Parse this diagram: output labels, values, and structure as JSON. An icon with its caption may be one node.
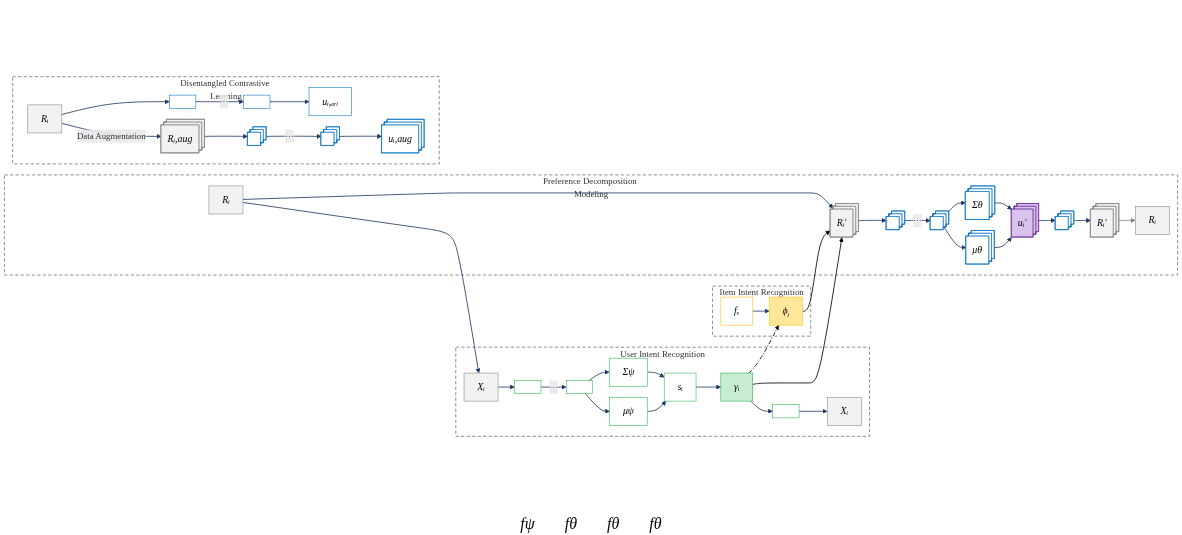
{
  "diagram": {
    "nodes": [
      {
        "text": [
          "User Intent Recognition"
        ]
      },
      {
        "text": [
          "Item Intent Recognition"
        ]
      },
      {
        "text": [
          "Preference Decomposition Modeling"
        ]
      },
      {
        "text": [
          "Disentangled Contrastive Learning"
        ]
      },
      {
        "text": [
          "Xᵢ"
        ],
        "in": 0
      },
      {
        "text": [],
        "shape": "box",
        "in": 0
      },
      {
        "text": [],
        "shape": "box",
        "in": 0
      },
      {
        "text": [
          "Σψ"
        ],
        "in": 0
      },
      {
        "text": [
          "μψ"
        ],
        "in": 0
      },
      {
        "text": [
          "sᵢ"
        ],
        "in": 0
      },
      {
        "text": [
          "γᵢ"
        ],
        "in": 0
      },
      {
        "text": [],
        "shape": "box",
        "in": 0
      },
      {
        "text": [
          "Xᵢ"
        ],
        "in": 0
      },
      {
        "text": [
          "fᵥ"
        ],
        "in": 1
      },
      {
        "text": [
          "ϕⱼ"
        ],
        "in": 1
      },
      {
        "text": [
          "Rᵢ"
        ],
        "in": 2
      },
      {
        "text": [
          "Rᵢ'"
        ],
        "in": 2
      },
      {
        "text": [],
        "shape": "box",
        "in": 2
      },
      {
        "text": [],
        "shape": "box",
        "in": 2
      },
      {
        "text": [
          "Σθ"
        ],
        "in": 2
      },
      {
        "text": [
          "μθ"
        ],
        "in": 2
      },
      {
        "text": [
          "uᵢ'"
        ],
        "in": 2
      },
      {
        "text": [],
        "shape": "box",
        "in": 2
      },
      {
        "text": [
          "Rᵢ'"
        ],
        "in": 2
      },
      {
        "text": [
          "Rᵢ"
        ],
        "in": 2
      },
      {
        "text": [
          "Rᵢ"
        ],
        "in": 3
      },
      {
        "text": [],
        "shape": "box",
        "in": 3
      },
      {
        "text": [],
        "shape": "box",
        "in": 3
      },
      {
        "text": [
          "uᵢ,ₒᵣᵢ"
        ],
        "in": 3
      },
      {
        "text": [
          "Rᵢ,aug"
        ],
        "in": 3
      },
      {
        "text": [],
        "shape": "box",
        "in": 3
      },
      {
        "text": [],
        "shape": "box",
        "in": 3
      },
      {
        "text": [
          "uᵢ,aug"
        ],
        "in": 3
      }
    ],
    "edges": [
      {
        "from": 4,
        "to": 5,
        "arrow": "to"
      },
      {
        "from": 5,
        "to": 6,
        "arrow": "to",
        "label": "···"
      },
      {
        "from": 6,
        "to": 7,
        "arrow": "to"
      },
      {
        "from": 6,
        "to": 8,
        "arrow": "to"
      },
      {
        "from": 7,
        "to": 9,
        "arrow": "to"
      },
      {
        "from": 8,
        "to": 9,
        "arrow": "to"
      },
      {
        "from": 9,
        "to": 10,
        "arrow": "to"
      },
      {
        "from": 10,
        "to": 11,
        "arrow": "to"
      },
      {
        "from": 11,
        "to": 12,
        "arrow": "to"
      },
      {
        "from": 13,
        "to": 14,
        "arrow": "to"
      },
      {
        "from": 10,
        "to": 14,
        "arrow": "to",
        "style": "dashed",
        "color": "#000000"
      },
      {
        "from": 15,
        "to": 4,
        "arrow": "to"
      },
      {
        "from": 15,
        "to": 16,
        "arrow": "to"
      },
      {
        "from": 10,
        "to": 16,
        "arrow": "to",
        "color": "#000000"
      },
      {
        "from": 14,
        "to": 16,
        "arrow": "to",
        "color": "#000000"
      },
      {
        "from": 16,
        "to": 17,
        "arrow": "to"
      },
      {
        "from": 17,
        "to": 18,
        "arrow": "to",
        "label": "···"
      },
      {
        "from": 18,
        "to": 19,
        "arrow": "to"
      },
      {
        "from": 18,
        "to": 20,
        "arrow": "to"
      },
      {
        "from": 19,
        "to": 21,
        "arrow": "to"
      },
      {
        "from": 20,
        "to": 21,
        "arrow": "to"
      },
      {
        "from": 21,
        "to": 22,
        "arrow": "to"
      },
      {
        "from": 22,
        "to": 23,
        "arrow": "to"
      },
      {
        "from": 23,
        "to": 24,
        "arrow": "to",
        "color": "#808080"
      },
      {
        "from": 25,
        "to": 26,
        "arrow": "to"
      },
      {
        "from": 26,
        "to": 27,
        "arrow": "to",
        "label": "···"
      },
      {
        "from": 27,
        "to": 28,
        "arrow": "to"
      },
      {
        "from": 25,
        "to": 29,
        "arrow": "to",
        "label": "Data Augmentation"
      },
      {
        "from": 29,
        "to": 30,
        "arrow": "to"
      },
      {
        "from": 30,
        "to": 31,
        "arrow": "to",
        "label": "···"
      },
      {
        "from": 31,
        "to": 32,
        "arrow": "to"
      }
    ],
    "labels": [
      "fψ",
      "fθ",
      "fθ",
      "fθ"
    ]
  }
}
